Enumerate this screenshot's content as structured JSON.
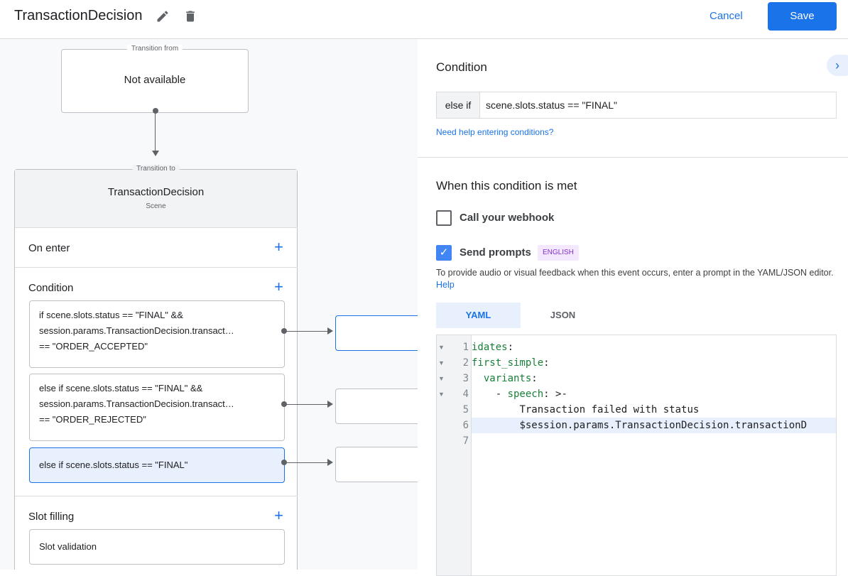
{
  "header": {
    "title": "TransactionDecision",
    "cancel_label": "Cancel",
    "save_label": "Save"
  },
  "canvas": {
    "transition_from": {
      "legend": "Transition from",
      "value": "Not available"
    },
    "scene": {
      "legend": "Transition to",
      "name": "TransactionDecision",
      "type": "Scene",
      "on_enter": "On enter",
      "condition": "Condition",
      "conditions": [
        {
          "lines": [
            "if scene.slots.status == \"FINAL\" &&",
            "session.params.TransactionDecision.transact…",
            "== \"ORDER_ACCEPTED\""
          ]
        },
        {
          "lines": [
            "else if scene.slots.status == \"FINAL\" &&",
            "session.params.TransactionDecision.transact…",
            "== \"ORDER_REJECTED\""
          ]
        },
        {
          "lines": [
            "else if scene.slots.status == \"FINAL\""
          ],
          "selected": true
        }
      ],
      "slot_filling": "Slot filling",
      "slot_validation": "Slot validation"
    }
  },
  "panel": {
    "condition_title": "Condition",
    "condition_prefix": "else if",
    "condition_value": "scene.slots.status == \"FINAL\"",
    "help_link": "Need help entering conditions?",
    "met_title": "When this condition is met",
    "webhook_label": "Call your webhook",
    "webhook_checked": false,
    "prompts_label": "Send prompts",
    "prompts_checked": true,
    "language_badge": "ENGLISH",
    "description": "To provide audio or visual feedback when this event occurs, enter a prompt in the YAML/JSON editor.",
    "description_link": "Help",
    "tabs": [
      {
        "label": "YAML",
        "active": true
      },
      {
        "label": "JSON",
        "active": false
      }
    ],
    "code_lines": [
      {
        "n": "1",
        "fold": true,
        "key": "idates",
        "rest": ":"
      },
      {
        "n": "2",
        "fold": true,
        "key": "first_simple",
        "rest": ":"
      },
      {
        "n": "3",
        "fold": true,
        "indent": "  ",
        "key": "variants",
        "rest": ":"
      },
      {
        "n": "4",
        "fold": true,
        "indent": "    - ",
        "key": "speech",
        "rest": ": >-"
      },
      {
        "n": "5",
        "fold": false,
        "indent": "        ",
        "key": "",
        "rest": "Transaction failed with status"
      },
      {
        "n": "6",
        "fold": false,
        "indent": "        ",
        "key": "",
        "rest": "$session.params.TransactionDecision.transactionD",
        "highlight": true
      },
      {
        "n": "7",
        "fold": false,
        "indent": "",
        "key": "",
        "rest": ""
      }
    ],
    "accent": "#1a73e8"
  }
}
